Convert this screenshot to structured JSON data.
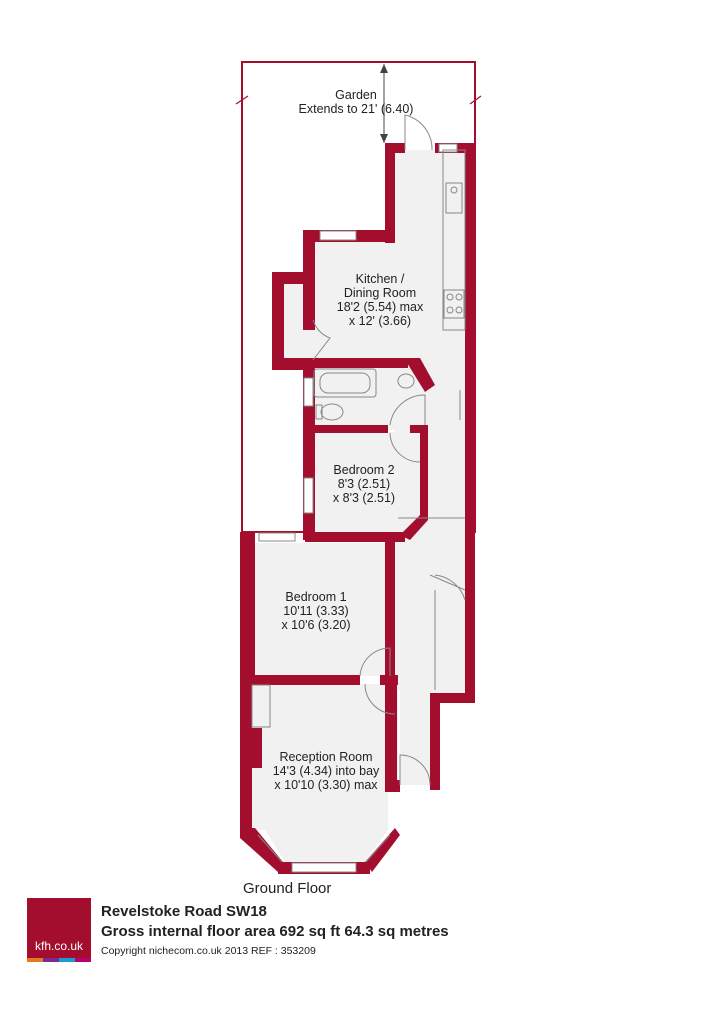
{
  "colors": {
    "wall": "#a30e2f",
    "floor": "#f2f1f1",
    "line": "#888888"
  },
  "garden": {
    "title": "Garden",
    "extends": "Extends to 21' (6.40)"
  },
  "rooms": {
    "kitchen": {
      "line1": "Kitchen /",
      "line2": "Dining Room",
      "line3": "18'2 (5.54) max",
      "line4": "x 12' (3.66)"
    },
    "bedroom2": {
      "line1": "Bedroom 2",
      "line2": "8'3 (2.51)",
      "line3": "x 8'3 (2.51)"
    },
    "bedroom1": {
      "line1": "Bedroom 1",
      "line2": "10'11 (3.33)",
      "line3": "x 10'6 (3.20)"
    },
    "reception": {
      "line1": "Reception Room",
      "line2": "14'3 (4.34) into bay",
      "line3": "x 10'10 (3.30) max"
    }
  },
  "floor_label": "Ground Floor",
  "logo": {
    "text": "kfh.co.uk",
    "strip_colors": [
      "#e07b1f",
      "#7a2d8c",
      "#1c9ad6",
      "#c0006a"
    ]
  },
  "footer": {
    "address": "Revelstoke Road  SW18",
    "area": "Gross internal floor area 692 sq ft 64.3 sq metres",
    "copyright": "Copyright nichecom.co.uk 2013    REF : 353209"
  }
}
